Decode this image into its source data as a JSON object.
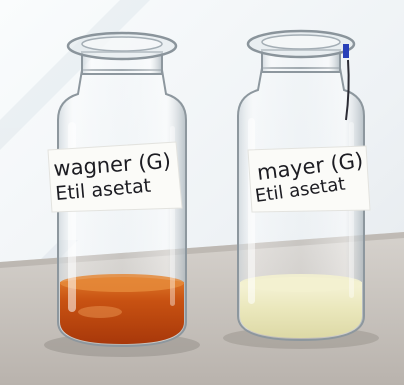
{
  "scene": {
    "kind": "photo",
    "subject": "two-glass-vials"
  },
  "vials": [
    {
      "label_line1": "wagner (G)",
      "label_line2": "Etil asetat",
      "liquid_color": "#c0440a",
      "liquid_highlight": "#e07a2a"
    },
    {
      "label_line1": "mayer (G)",
      "label_line2": "Etil asetat",
      "liquid_color": "#e9e6b6",
      "liquid_highlight": "#f7f5dc"
    }
  ],
  "colors": {
    "wall": "#f2f5f7",
    "table": "#c9c4bf",
    "glass_edge": "#9aa4ab",
    "label_paper": "#fbfbf8",
    "blue_mark": "#2840b8"
  }
}
